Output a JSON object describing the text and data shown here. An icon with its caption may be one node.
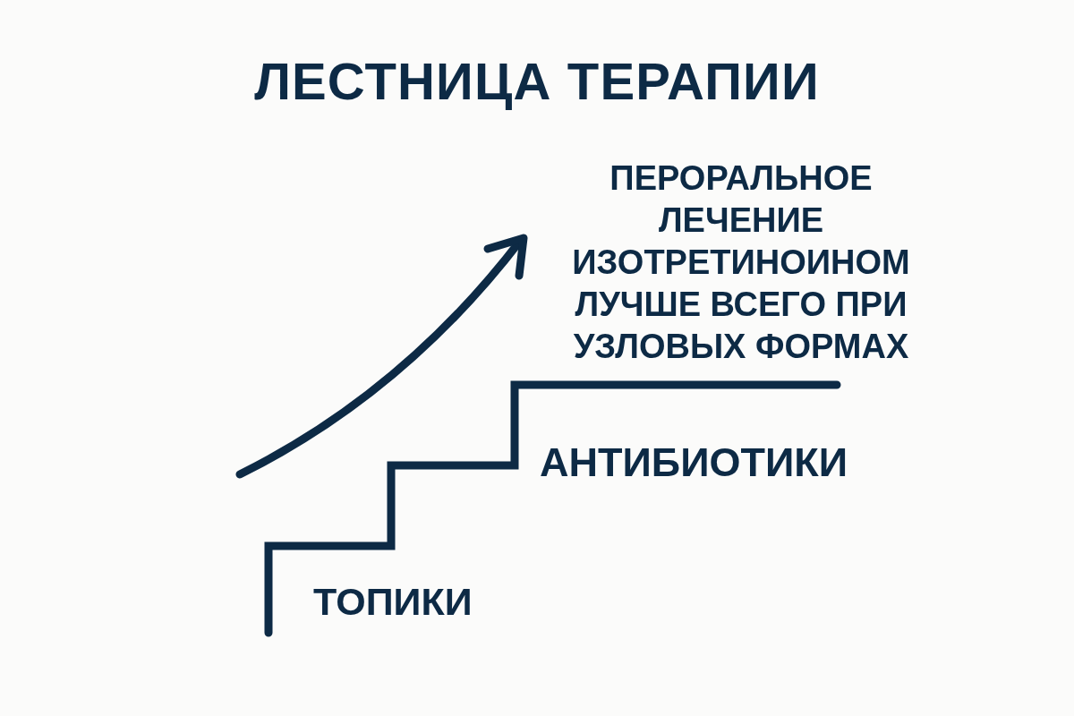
{
  "diagram": {
    "title": "ЛЕСТНИЦА ТЕРАПИИ",
    "labels": [
      "ПЕРОРАЛЬНОЕ ЛЕЧЕНИЕ ИЗОТРЕТИНОИНОМ ЛУЧШЕ ВСЕГО ПРИ УЗЛОВЫХ ФОРМАХ",
      "АНТИБИОТИКИ",
      "ТОПИКИ"
    ]
  }
}
